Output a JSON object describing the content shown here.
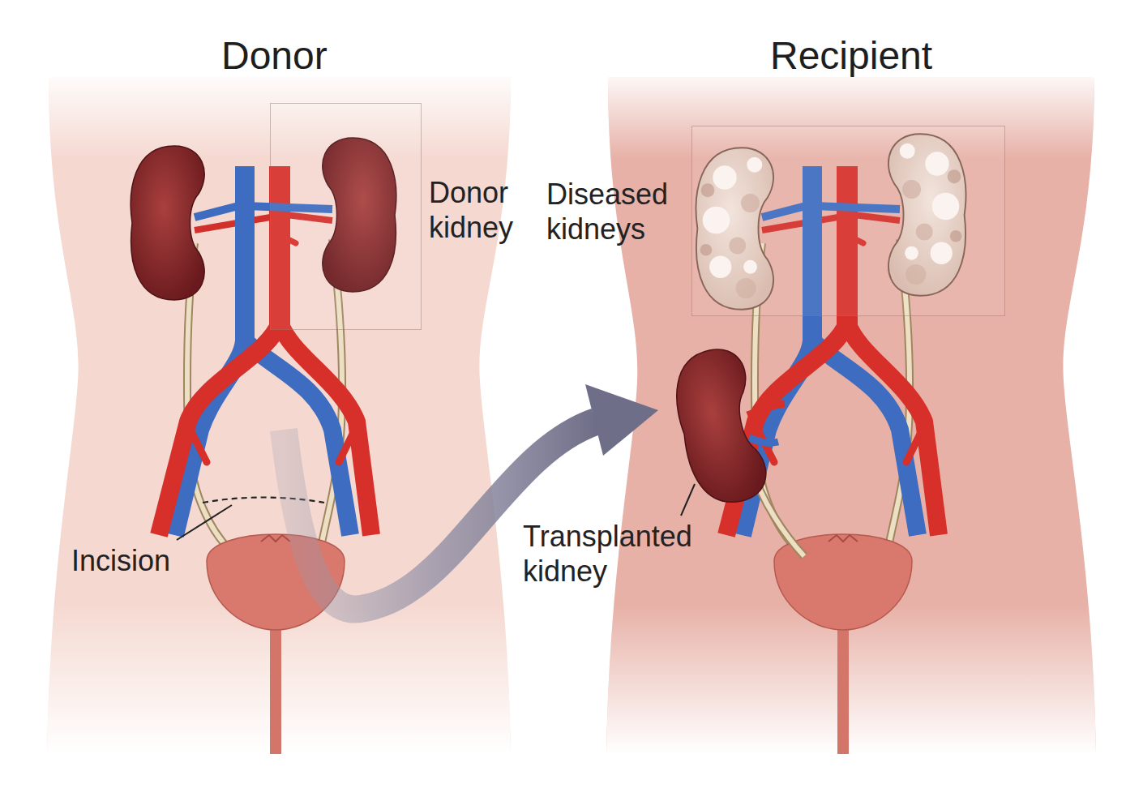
{
  "diagram": {
    "nodes": [
      {
        "text": [
          "Donor kidney"
        ]
      },
      {
        "text": [
          "Diseased kidneys"
        ]
      }
    ],
    "labels": [
      "Donor",
      "Recipient",
      "Incision",
      "Transplanted kidney"
    ]
  }
}
